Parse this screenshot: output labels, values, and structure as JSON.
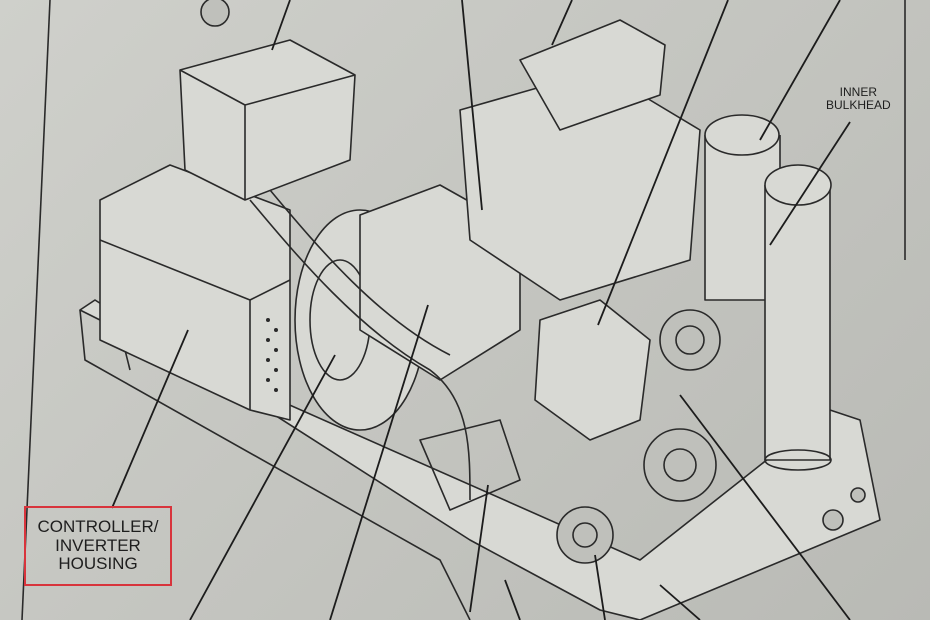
{
  "labels": {
    "controller_inverter_housing": [
      "CONTROLLER/",
      "INVERTER",
      "HOUSING"
    ],
    "inner_bulkhead": [
      "INNER",
      "BULKHEAD"
    ]
  },
  "colors": {
    "highlight_box": "#d8343c",
    "paper": "#c6c7c2",
    "linework": "#2a2a2a"
  }
}
